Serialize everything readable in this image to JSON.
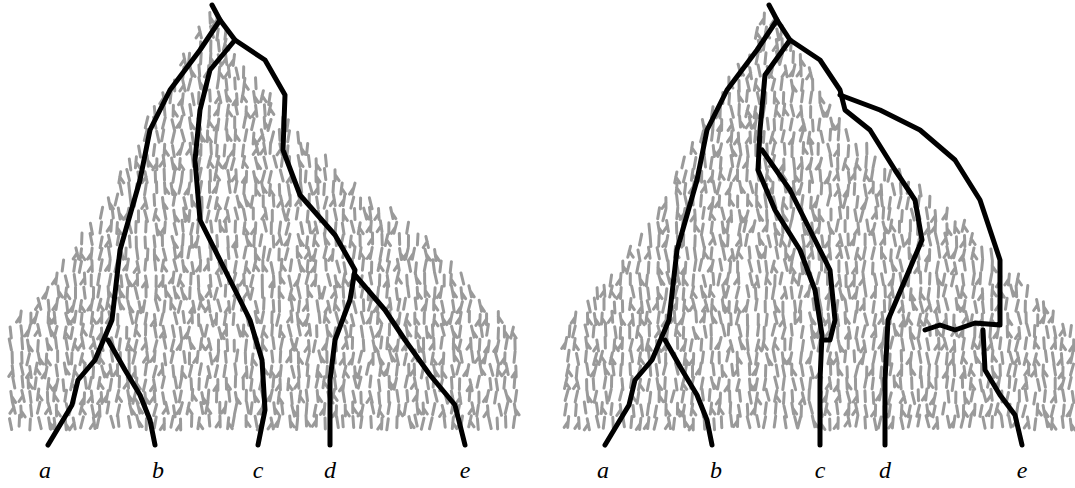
{
  "diagram": {
    "labels": [
      "a",
      "b",
      "c",
      "d",
      "e",
      "a",
      "b",
      "c",
      "d",
      "e"
    ]
  }
}
